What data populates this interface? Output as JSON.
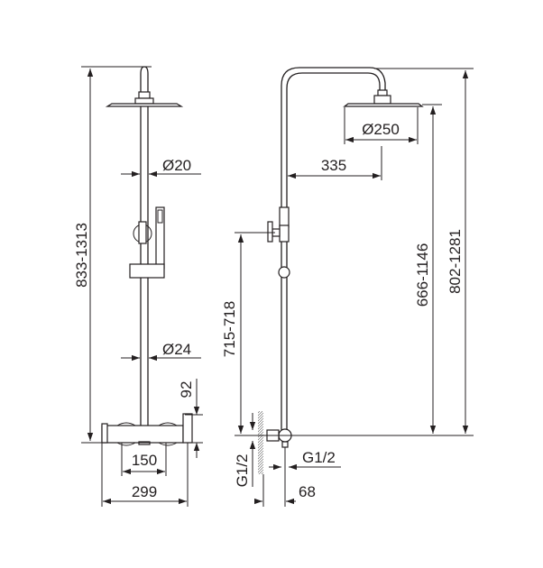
{
  "front_view": {
    "total_height": "833-1313",
    "pipe_upper_diameter": "Ø20",
    "pipe_lower_diameter": "Ø24",
    "mixer_height": "92",
    "inlet_spacing": "150",
    "mixer_width": "299"
  },
  "side_view": {
    "head_diameter": "Ø250",
    "arm_reach": "335",
    "head_height": "666-1146",
    "overall_height": "802-1281",
    "diverter_height": "715-718",
    "inlet_thread_left": "G1/2",
    "inlet_thread_right": "G1/2",
    "wall_offset": "68"
  },
  "colors": {
    "line": "#231f20",
    "background": "#ffffff"
  }
}
